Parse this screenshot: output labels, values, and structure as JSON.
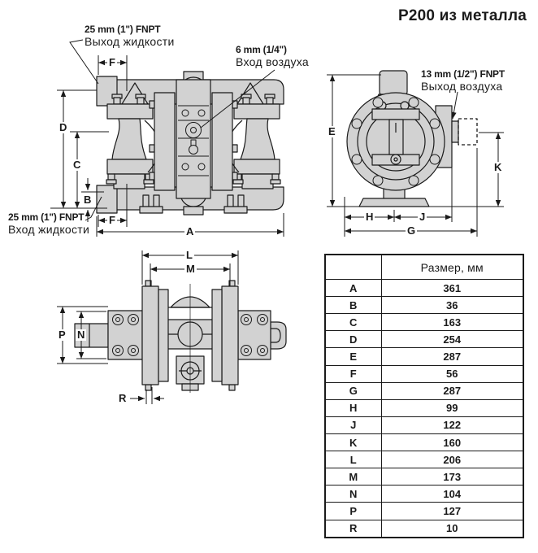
{
  "title": "P200 из металла",
  "annotations": {
    "fluid_outlet": {
      "line1": "25 mm (1\") FNPT",
      "line2": "Выход жидкости"
    },
    "air_inlet": {
      "line1": "6 mm (1/4\")",
      "line2": "Вход воздуха"
    },
    "air_outlet": {
      "line1": "13 mm (1/2\") FNPT",
      "line2": "Выход воздуха"
    },
    "fluid_inlet": {
      "line1": "25 mm (1\") FNPT",
      "line2": "Вход жидкости"
    }
  },
  "dimension_labels": {
    "A": "A",
    "B": "B",
    "C": "C",
    "D": "D",
    "E": "E",
    "F": "F",
    "G": "G",
    "H": "H",
    "J": "J",
    "K": "K",
    "L": "L",
    "M": "M",
    "N": "N",
    "P": "P",
    "R": "R"
  },
  "table": {
    "size_header": "Размер, мм",
    "rows": [
      {
        "dim": "A",
        "value": "361"
      },
      {
        "dim": "B",
        "value": "36"
      },
      {
        "dim": "C",
        "value": "163"
      },
      {
        "dim": "D",
        "value": "254"
      },
      {
        "dim": "E",
        "value": "287"
      },
      {
        "dim": "F",
        "value": "56"
      },
      {
        "dim": "G",
        "value": "287"
      },
      {
        "dim": "H",
        "value": "99"
      },
      {
        "dim": "J",
        "value": "122"
      },
      {
        "dim": "K",
        "value": "160"
      },
      {
        "dim": "L",
        "value": "206"
      },
      {
        "dim": "M",
        "value": "173"
      },
      {
        "dim": "N",
        "value": "104"
      },
      {
        "dim": "P",
        "value": "127"
      },
      {
        "dim": "R",
        "value": "10"
      }
    ]
  },
  "colors": {
    "pump_fill": "#d2d2d2",
    "line": "#1a1a1a",
    "background": "#ffffff"
  }
}
